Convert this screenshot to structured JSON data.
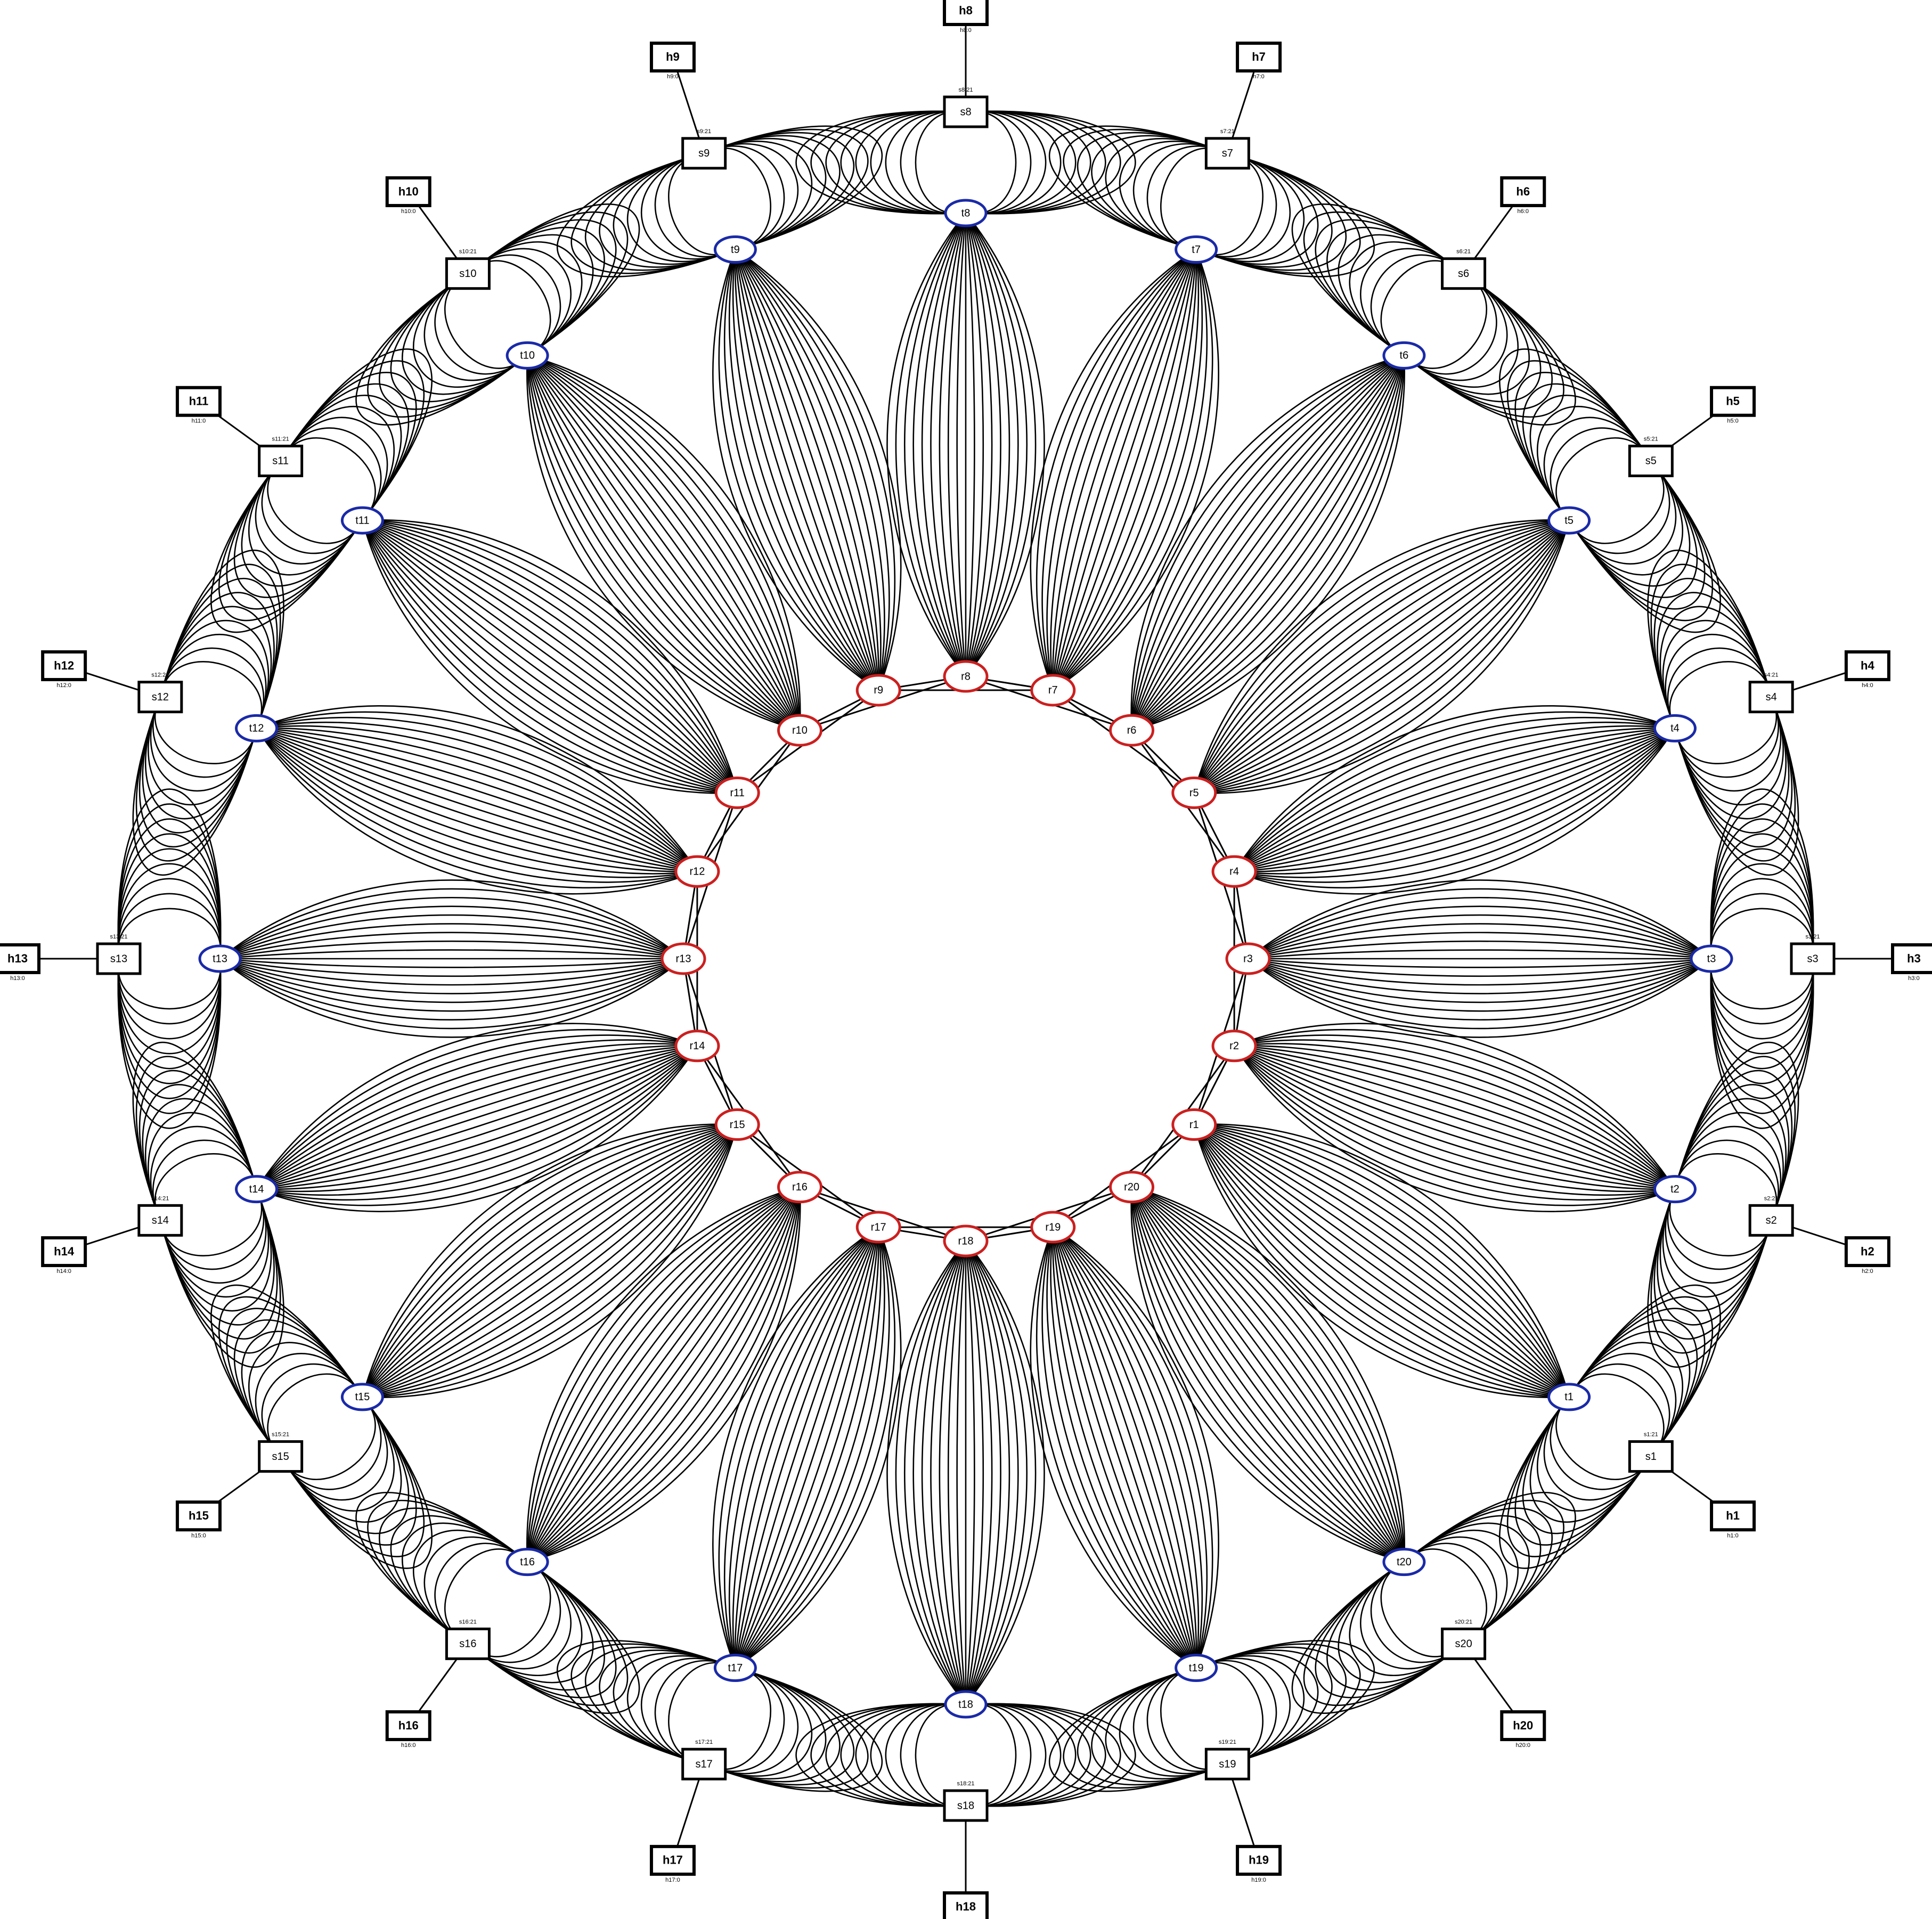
{
  "diagram": {
    "type": "network-topology",
    "ring_count": 20,
    "hosts": [
      "h1",
      "h2",
      "h3",
      "h4",
      "h5",
      "h6",
      "h7",
      "h8",
      "h9",
      "h10",
      "h11",
      "h12",
      "h13",
      "h14",
      "h15",
      "h16",
      "h17",
      "h18",
      "h19",
      "h20"
    ],
    "host_ports": [
      "h1:0",
      "h2:0",
      "h3:0",
      "h4:0",
      "h5:0",
      "h6:0",
      "h7:0",
      "h8:0",
      "h9:0",
      "h10:0",
      "h11:0",
      "h12:0",
      "h13:0",
      "h14:0",
      "h15:0",
      "h16:0",
      "h17:0",
      "h18:0",
      "h19:0",
      "h20:0"
    ],
    "switches": [
      "s1",
      "s2",
      "s3",
      "s4",
      "s5",
      "s6",
      "s7",
      "s8",
      "s9",
      "s10",
      "s11",
      "s12",
      "s13",
      "s14",
      "s15",
      "s16",
      "s17",
      "s18",
      "s19",
      "s20"
    ],
    "switch_uplink_ports": [
      "s1:21",
      "s2:21",
      "s3:21",
      "s4:21",
      "s5:21",
      "s6:21",
      "s7:21",
      "s8:21",
      "s9:21",
      "s10:21",
      "s11:21",
      "s12:21",
      "s13:21",
      "s14:21",
      "s15:21",
      "s16:21",
      "s17:21",
      "s18:21",
      "s19:21",
      "s20:21"
    ],
    "tors": [
      "t1",
      "t2",
      "t3",
      "t4",
      "t5",
      "t6",
      "t7",
      "t8",
      "t9",
      "t10",
      "t11",
      "t12",
      "t13",
      "t14",
      "t15",
      "t16",
      "t17",
      "t18",
      "t19",
      "t20"
    ],
    "routers": [
      "r1",
      "r2",
      "r3",
      "r4",
      "r5",
      "r6",
      "r7",
      "r8",
      "r9",
      "r10",
      "r11",
      "r12",
      "r13",
      "r14",
      "r15",
      "r16",
      "r17",
      "r18",
      "r19",
      "r20"
    ],
    "colors": {
      "host": "#000000",
      "switch": "#000000",
      "tor": "#1a2aa8",
      "router": "#cc1f1f",
      "edge": "#000000"
    }
  }
}
